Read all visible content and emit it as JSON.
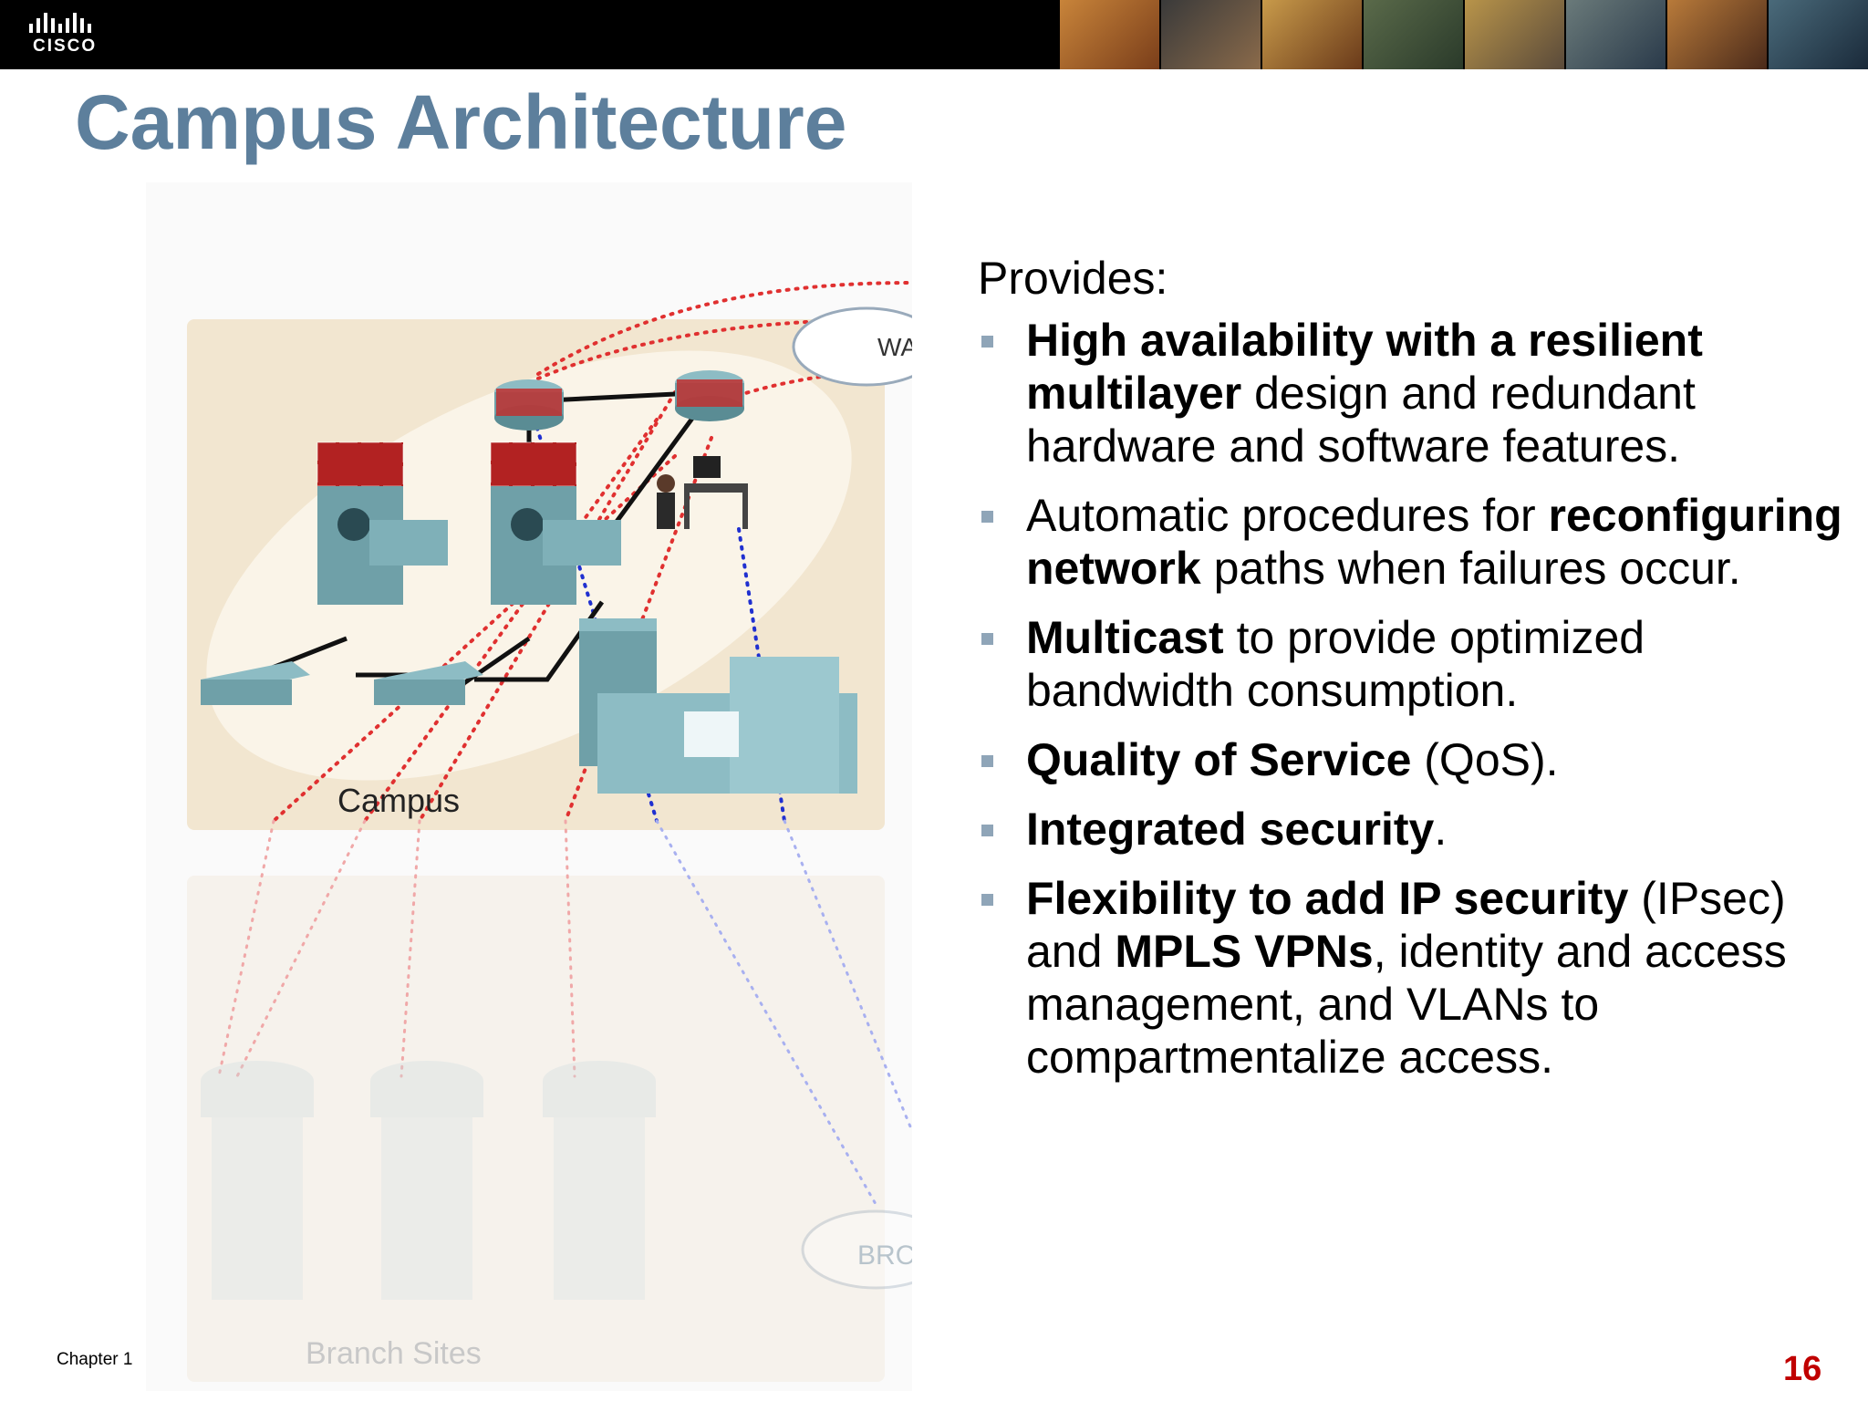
{
  "header": {
    "logo_text": "CISCO",
    "photo_colors": [
      "#b86a2a",
      "#6a4e3a",
      "#c48a3a",
      "#4a5a4a",
      "#8a6a3a",
      "#3a4a5a",
      "#a86a2a",
      "#3a5a6a"
    ]
  },
  "title": "Campus Architecture",
  "diagram": {
    "campus_label": "Campus",
    "branch_label": "Branch Sites",
    "wan_label": "WA",
    "branch_cloud_label": "BRC"
  },
  "content": {
    "intro": "Provides:",
    "bullets": [
      {
        "bold": "High availability with a resilient multilayer",
        "text1": " design and redundant hardware and software features.",
        "bold2": "",
        "text2": ""
      },
      {
        "pre": "Automatic procedures for ",
        "bold": "reconfiguring network",
        "text1": " paths when failures occur.",
        "bold2": "",
        "text2": ""
      },
      {
        "bold": "Multicast",
        "text1": " to provide optimized bandwidth consumption.",
        "bold2": "",
        "text2": ""
      },
      {
        "bold": "Quality of Service",
        "text1": " (QoS).",
        "bold2": "",
        "text2": ""
      },
      {
        "bold": "Integrated security",
        "text1": ".",
        "bold2": "",
        "text2": ""
      },
      {
        "bold": "Flexibility to add IP security",
        "text1": " (IPsec) and ",
        "bold2": "MPLS VPNs",
        "text2": ", identity and access management, and VLANs to compartmentalize access."
      }
    ]
  },
  "footer": {
    "chapter": "Chapter 1",
    "page_number": "16"
  },
  "colors": {
    "title": "#5d7f9c",
    "page_number": "#c00000",
    "bullet": "#8fa5b8",
    "campus_bg": "#f2e6d0",
    "device": "#6fa0a8",
    "firewall": "#b22222"
  }
}
